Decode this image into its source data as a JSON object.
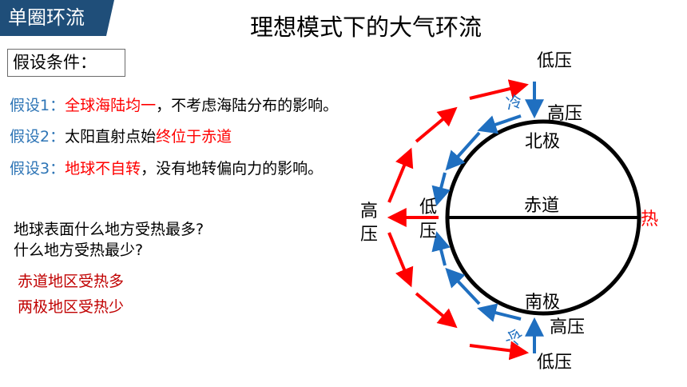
{
  "header": {
    "badge": "单圈环流",
    "title": "理想模式下的大气环流"
  },
  "conditions": {
    "heading": "假设条件：",
    "items": [
      {
        "label": "假设1：",
        "highlight": "全球海陆均一",
        "rest": "，不考虑海陆分布的影响。"
      },
      {
        "label": "假设2：",
        "pre": "太阳直射点始",
        "highlight": "终位于赤道"
      },
      {
        "label": "假设3：",
        "highlight": "地球不自转",
        "rest": "，没有地转偏向力的影响。"
      }
    ]
  },
  "questions": [
    "地球表面什么地方受热最多?",
    "什么地方受热最少?"
  ],
  "answers": [
    "赤道地区受热多",
    "两极地区受热少"
  ],
  "diagram": {
    "north_pole": "北极",
    "south_pole": "南极",
    "equator": "赤道",
    "heat": "热",
    "cold": "冷",
    "low_pressure": "低压",
    "high_pressure": "高压",
    "high_char": "高",
    "low_char": "低",
    "press_char": "压"
  },
  "colors": {
    "badge_bg": "#1f4e79",
    "label_blue": "#2e75b6",
    "highlight_red": "#ff0000",
    "answer_red": "#c00000",
    "arrow_blue": "#1f6fc0",
    "arrow_red": "#ff0000"
  }
}
